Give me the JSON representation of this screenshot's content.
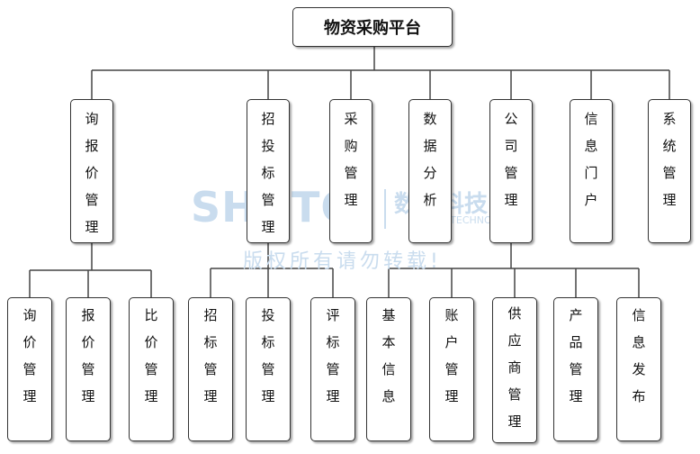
{
  "root": {
    "label": "物资采购平台"
  },
  "level1": [
    {
      "id": "inquiry",
      "label": "询\n报\n价\n管\n理"
    },
    {
      "id": "bidding",
      "label": "招\n投\n标\n管\n理"
    },
    {
      "id": "purchase",
      "label": "采\n购\n管\n理"
    },
    {
      "id": "data",
      "label": "数\n据\n分\n析"
    },
    {
      "id": "company",
      "label": "公\n司\n管\n理"
    },
    {
      "id": "portal",
      "label": "信\n息\n门\n户"
    },
    {
      "id": "system",
      "label": "系\n统\n管\n理"
    }
  ],
  "level2": [
    {
      "id": "inquiry-mgmt",
      "label": "询\n价\n管\n理"
    },
    {
      "id": "quote-mgmt",
      "label": "报\n价\n管\n理"
    },
    {
      "id": "compare-mgmt",
      "label": "比\n价\n管\n理"
    },
    {
      "id": "tender-mgmt",
      "label": "招\n标\n管\n理"
    },
    {
      "id": "bid-mgmt",
      "label": "投\n标\n管\n理"
    },
    {
      "id": "eval-mgmt",
      "label": "评\n标\n管\n理"
    },
    {
      "id": "basic-info",
      "label": "基\n本\n信\n息"
    },
    {
      "id": "account-mgmt",
      "label": "账\n户\n管\n理"
    },
    {
      "id": "supplier-mgmt",
      "label": "供\n应\n商\n管\n理"
    },
    {
      "id": "product-mgmt",
      "label": "产\n品\n管\n理"
    },
    {
      "id": "info-publish",
      "label": "信\n息\n发\n布"
    }
  ],
  "watermark": {
    "logo": "SHUTO",
    "cn": "数途科技",
    "en": "SHUTO TECHNOLOGY",
    "copyright": "版权所有请勿转载!"
  }
}
